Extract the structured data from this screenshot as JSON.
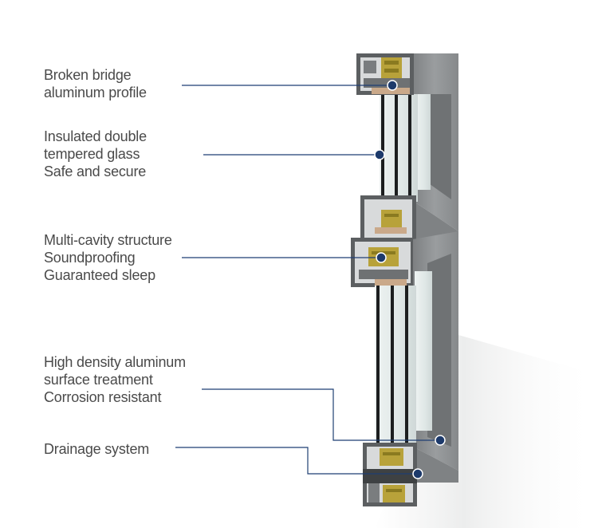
{
  "callouts": [
    {
      "lines": [
        "Broken bridge",
        "aluminum profile"
      ]
    },
    {
      "lines": [
        "Insulated double",
        "tempered glass",
        "Safe and secure"
      ]
    },
    {
      "lines": [
        "Multi-cavity structure",
        "Soundproofing",
        "Guaranteed sleep"
      ]
    },
    {
      "lines": [
        "High density aluminum",
        "surface treatment",
        "Corrosion resistant"
      ]
    },
    {
      "lines": [
        "Drainage system"
      ]
    }
  ],
  "colors": {
    "text": "#4a4a4a",
    "leader_line": "#1f3f73",
    "marker_dot": "#1d3a6b",
    "frame_face": "#8f9294",
    "frame_dark": "#5f6264",
    "insulation_strip": "#b8a23a",
    "glass": "#e4eceb"
  }
}
